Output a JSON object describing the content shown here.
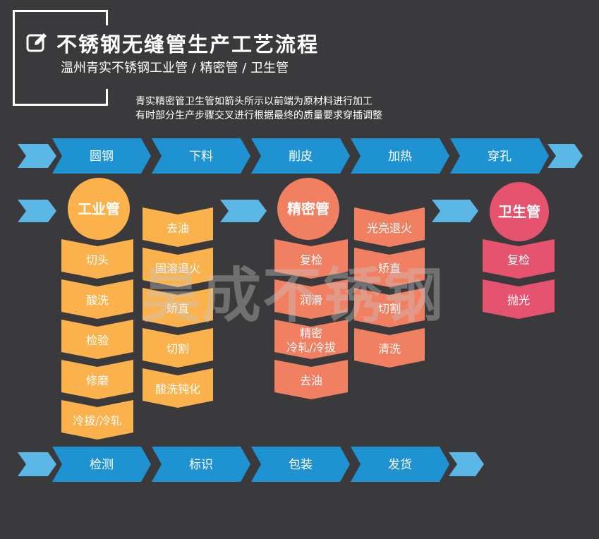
{
  "header": {
    "title": "不锈钢无缝管生产工艺流程",
    "subtitle": "温州青实不锈钢工业管 / 精密管 / 卫生管",
    "note_line1": "青实精密管卫生管如箭头所示以前端为原材料进行加工",
    "note_line2": "有时部分生产步骤交叉进行根据最终的质量要求穿插调整"
  },
  "watermark": "昊成不锈钢",
  "colors": {
    "blue_dark": "#1f93d1",
    "blue_light": "#5bb8e6",
    "orange": "#fbb24c",
    "salmon": "#f17f62",
    "pink": "#e5536f",
    "background": "#3a3a3c"
  },
  "top_row": [
    "圆钢",
    "下料",
    "削皮",
    "加热",
    "穿孔"
  ],
  "bottom_row": [
    "检测",
    "标识",
    "包装",
    "发货"
  ],
  "industrial": {
    "label": "工业管",
    "col1": [
      "切头",
      "酸洗",
      "检验",
      "修磨",
      "冷拔/冷轧"
    ],
    "col2": [
      "去油",
      "固溶退火",
      "矫直",
      "切割",
      "酸洗钝化"
    ]
  },
  "precision": {
    "label": "精密管",
    "col1": [
      "复检",
      "润滑",
      "精密\n冷轧/冷拔",
      "去油"
    ],
    "col2": [
      "光亮退火",
      "矫直",
      "切割",
      "清洗"
    ]
  },
  "sanitary": {
    "label": "卫生管",
    "col1": [
      "复检",
      "抛光"
    ]
  }
}
